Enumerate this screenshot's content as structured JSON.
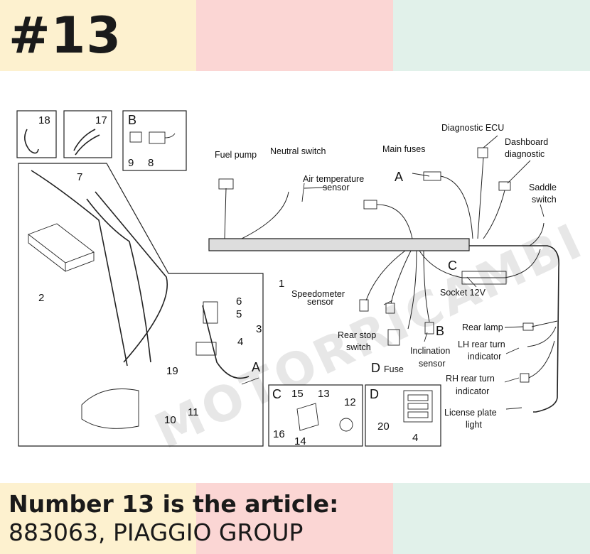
{
  "header": {
    "number": "#13"
  },
  "caption": {
    "line1": "Number 13 is the article:",
    "line2": "883063, PIAGGIO GROUP"
  },
  "colors": {
    "band_yellow": "#fdf1cf",
    "band_pink": "#fbd6d4",
    "band_green": "#e1f1ea",
    "text": "#1a1a1a"
  },
  "diagram": {
    "labels": {
      "fuel_pump": "Fuel pump",
      "neutral_switch": "Neutral switch",
      "air_temp_1": "Air temperature",
      "air_temp_2": "sensor",
      "main_fuses": "Main fuses",
      "diagnostic_ecu": "Diagnostic ECU",
      "dashboard_1": "Dashboard",
      "dashboard_2": "diagnostic",
      "saddle_1": "Saddle",
      "saddle_2": "switch",
      "socket": "Socket 12V",
      "speedometer_1": "Speedometer",
      "speedometer_2": "sensor",
      "rear_stop_1": "Rear stop",
      "rear_stop_2": "switch",
      "fuse": "Fuse",
      "inclination_1": "Inclination",
      "inclination_2": "sensor",
      "rear_lamp": "Rear lamp",
      "lh_turn_1": "LH rear turn",
      "lh_turn_2": "indicator",
      "rh_turn_1": "RH rear turn",
      "rh_turn_2": "indicator",
      "license_1": "License plate",
      "license_2": "light"
    },
    "letters": {
      "a_main": "A",
      "c_main": "C",
      "b_main": "B",
      "d_main": "D",
      "a_left": "A",
      "b_box": "B",
      "c_box": "C",
      "d_box": "D"
    },
    "numbers": {
      "n18": "18",
      "n17": "17",
      "n9": "9",
      "n8": "8",
      "n7": "7",
      "n2": "2",
      "n1": "1",
      "n6": "6",
      "n5": "5",
      "n3": "3",
      "n4": "4",
      "n19": "19",
      "n10": "10",
      "n11": "11",
      "n15": "15",
      "n13": "13",
      "n16": "16",
      "n14": "14",
      "n12": "12",
      "n20": "20",
      "n4b": "4"
    },
    "watermark": "MOTORRICAMBI"
  }
}
